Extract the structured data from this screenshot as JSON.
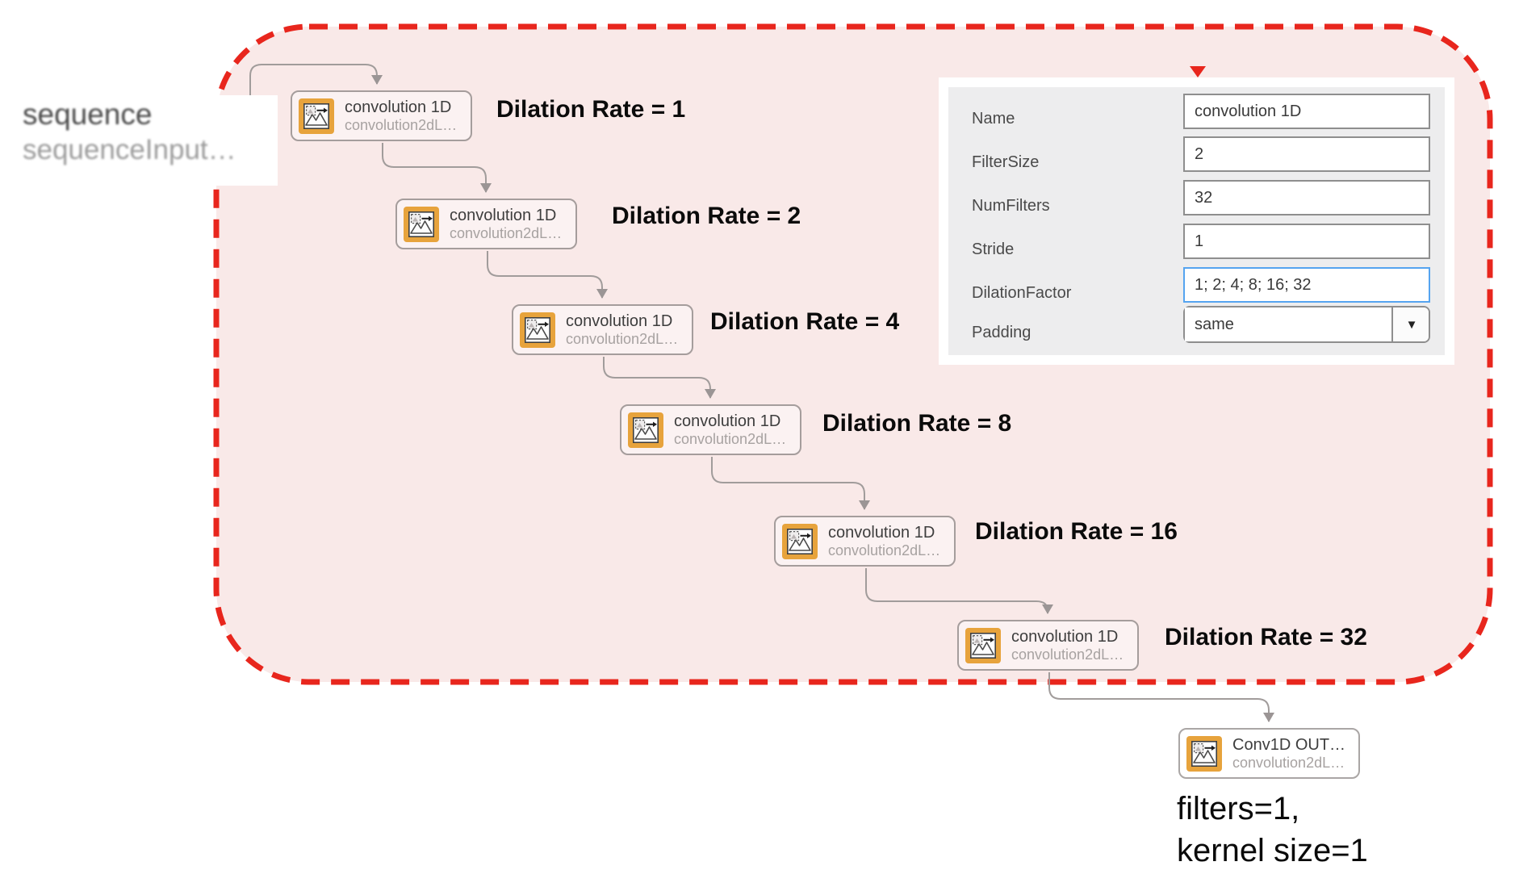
{
  "diagram": {
    "input_node": {
      "title": "sequence",
      "subtitle": "sequenceInput…"
    },
    "conv_node": {
      "title": "convolution 1D",
      "subtitle": "convolution2dL…"
    },
    "output_node": {
      "title": "Conv1D OUT…",
      "subtitle": "convolution2dL…"
    },
    "dilation_labels": [
      "Dilation Rate = 1",
      "Dilation Rate = 2",
      "Dilation Rate = 4",
      "Dilation Rate = 8",
      "Dilation Rate = 16",
      "Dilation Rate = 32"
    ],
    "output_annotation": {
      "line1": "filters=1,",
      "line2": "kernel size=1"
    }
  },
  "properties_panel": {
    "pointer_icon": "red-triangle-down",
    "fields": [
      {
        "label": "Name",
        "value": "convolution 1D",
        "state": "normal"
      },
      {
        "label": "FilterSize",
        "value": "2",
        "state": "normal"
      },
      {
        "label": "NumFilters",
        "value": "32",
        "state": "normal"
      },
      {
        "label": "Stride",
        "value": "1",
        "state": "normal"
      },
      {
        "label": "DilationFactor",
        "value": "1; 2; 4; 8; 16; 32",
        "state": "focused"
      },
      {
        "label": "Padding",
        "value": "same",
        "state": "dropdown"
      }
    ],
    "dropdown_arrow_icon": "caret-down"
  },
  "colors": {
    "highlight_region_fill": "#f9e9e8",
    "highlight_region_border": "#e8261d",
    "block_icon_orange": "#e7a33c",
    "focused_input_border": "#55a4f0",
    "connector_gray": "#a19c9b",
    "panel_background": "#ededee"
  }
}
